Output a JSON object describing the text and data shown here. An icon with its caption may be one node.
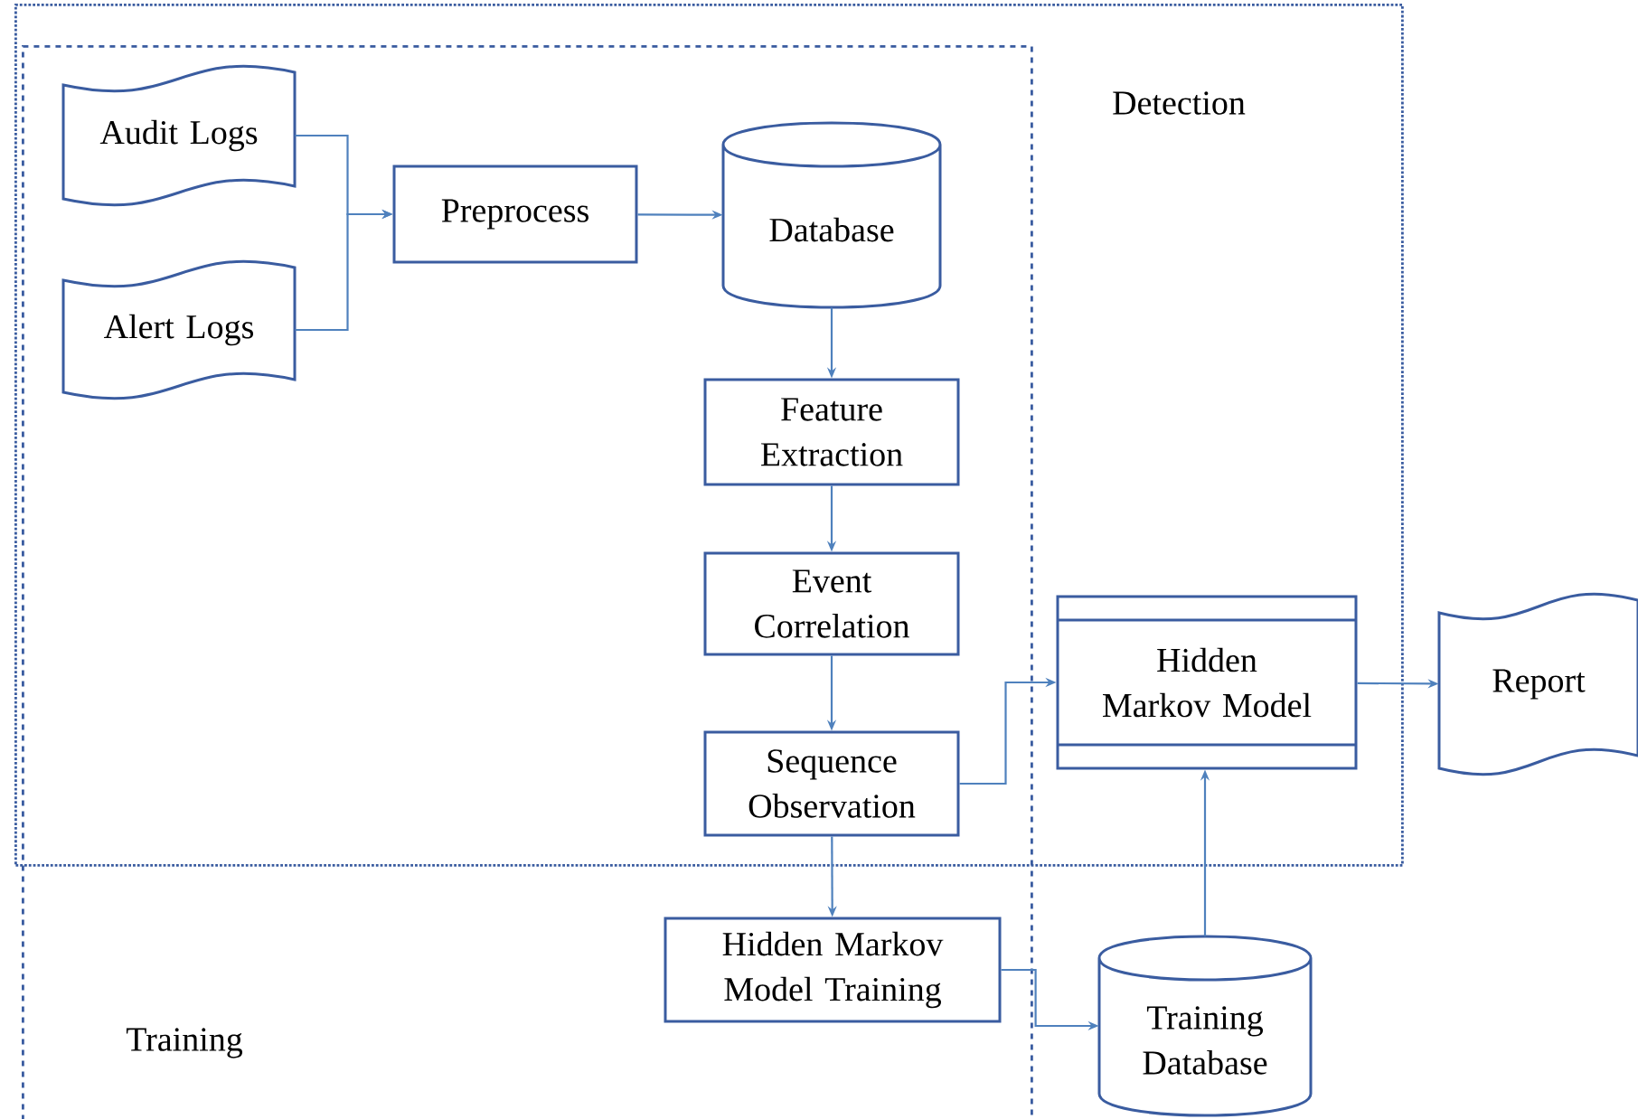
{
  "diagram": {
    "nodes": [
      {
        "text": [
          "Detection"
        ]
      },
      {
        "text": [
          "Training"
        ]
      },
      {
        "text": [
          "Audit Logs"
        ]
      },
      {
        "text": [
          "Alert Logs"
        ]
      },
      {
        "text": [
          "Preprocess"
        ]
      },
      {
        "text": [
          "Database"
        ]
      },
      {
        "text": [
          "Feature Extraction"
        ]
      },
      {
        "text": [
          "Event Correlation"
        ]
      },
      {
        "text": [
          "Sequence Observation"
        ]
      },
      {
        "text": [
          "Hidden Markov Model"
        ],
        "in": 0
      },
      {
        "text": [
          "Report"
        ]
      },
      {
        "text": [
          "Hidden Markov Model Training"
        ],
        "in": 1
      },
      {
        "text": [
          "Training Database"
        ]
      }
    ],
    "edges": [
      {
        "from": 2,
        "to": 4,
        "arrow": "to"
      },
      {
        "from": 3,
        "to": 4,
        "arrow": "to"
      },
      {
        "from": 4,
        "to": 5,
        "arrow": "to"
      },
      {
        "from": 5,
        "to": 6,
        "arrow": "to"
      },
      {
        "from": 6,
        "to": 7,
        "arrow": "to"
      },
      {
        "from": 7,
        "to": 8,
        "arrow": "to"
      },
      {
        "from": 8,
        "to": 9,
        "arrow": "to"
      },
      {
        "from": 8,
        "to": 11,
        "arrow": "to"
      },
      {
        "from": 11,
        "to": 12,
        "arrow": "to"
      },
      {
        "from": 12,
        "to": 9,
        "arrow": "to"
      },
      {
        "from": 9,
        "to": 10,
        "arrow": "to"
      }
    ]
  }
}
